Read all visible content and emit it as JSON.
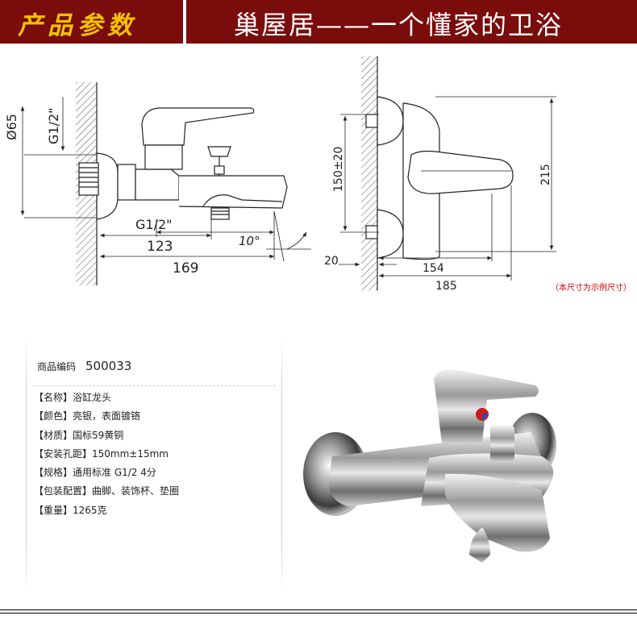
{
  "banner": {
    "title": "产品参数",
    "slogan": "巢屋居——一个懂家的卫浴"
  },
  "drawing": {
    "side_view": {
      "dia": "Ø65",
      "thread_top": "G1/2\"",
      "thread_bottom": "G1/2\"",
      "dim_123": "123",
      "dim_169": "169",
      "angle": "10°"
    },
    "front_view": {
      "height": "150±20",
      "dim_215": "215",
      "dim_20": "20",
      "dim_154": "154",
      "dim_185": "185"
    },
    "note": "（本尺寸为示例尺寸）"
  },
  "product": {
    "code_label": "商品编码",
    "code_value": "500033",
    "specs": [
      "【名称】浴缸龙头",
      "【颜色】亮银，表面镀铬",
      "【材质】国标59黄铜",
      "【安装孔距】150mm±15mm",
      "【规格】通用标准 G1/2  4分",
      "【包装配置】曲脚、装饰杯、垫圈",
      "【重量】1265克"
    ]
  }
}
